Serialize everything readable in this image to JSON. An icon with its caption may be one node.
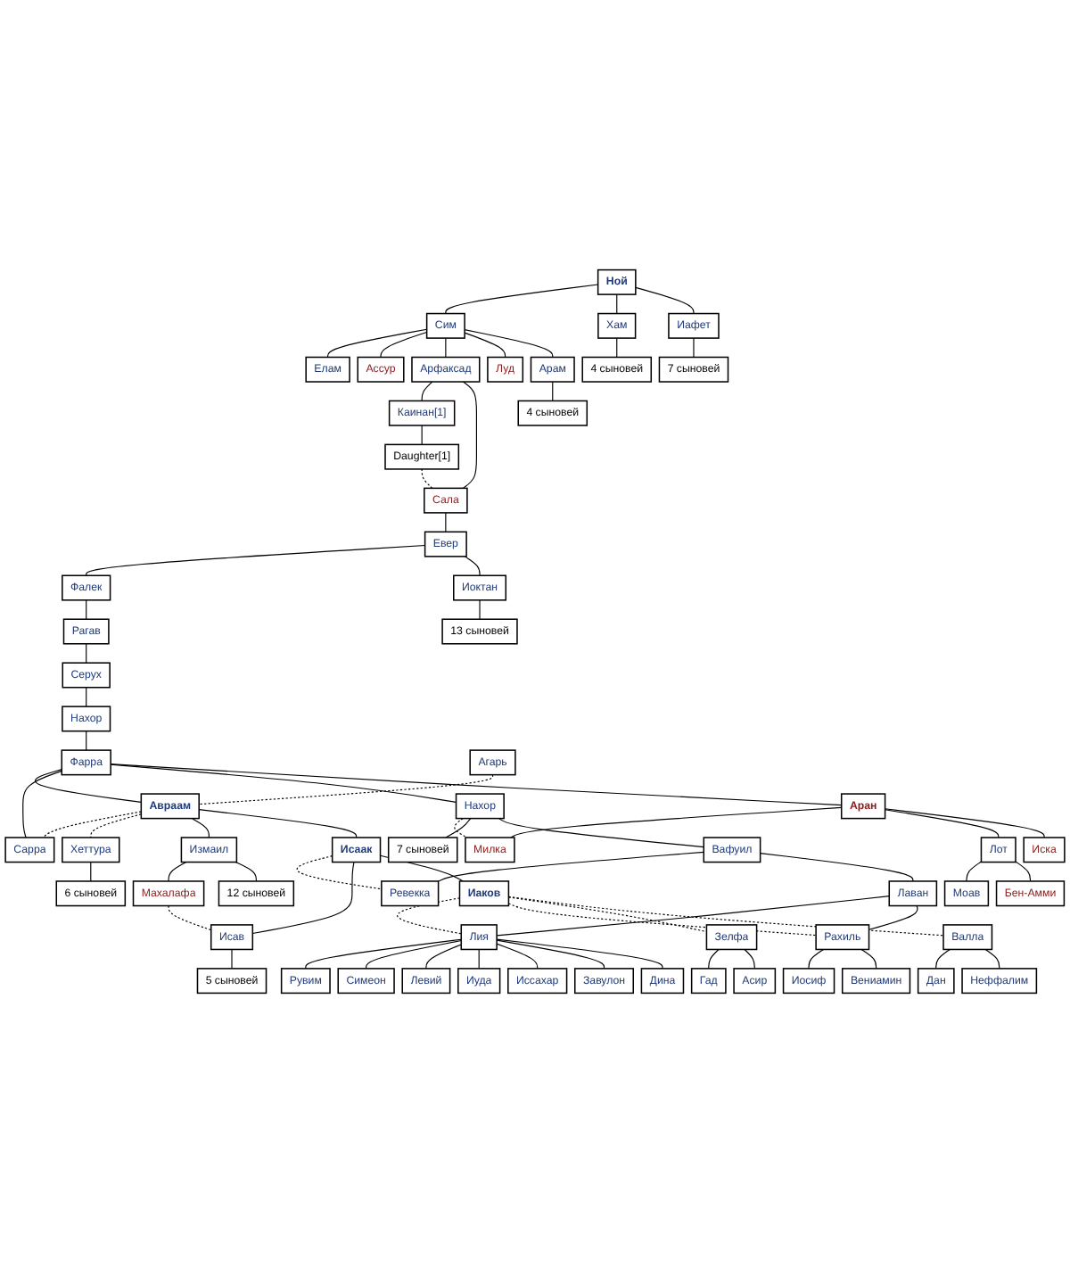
{
  "diagram": {
    "nodes": [
      {
        "text": [
          "Ной"
        ]
      },
      {
        "text": [
          "Сим"
        ]
      },
      {
        "text": [
          "Хам"
        ]
      },
      {
        "text": [
          "Иафет"
        ]
      },
      {
        "text": [
          "Елам"
        ]
      },
      {
        "text": [
          "Ассур"
        ]
      },
      {
        "text": [
          "Арфаксад"
        ]
      },
      {
        "text": [
          "Луд"
        ]
      },
      {
        "text": [
          "Арам"
        ]
      },
      {
        "text": [
          "4 сыновей"
        ]
      },
      {
        "text": [
          "7 сыновей"
        ]
      },
      {
        "text": [
          "Каинан[1]"
        ]
      },
      {
        "text": [
          "4 сыновей"
        ]
      },
      {
        "text": [
          "Daughter[1]"
        ]
      },
      {
        "text": [
          "Сала"
        ]
      },
      {
        "text": [
          "Евер"
        ]
      },
      {
        "text": [
          "Фалек"
        ]
      },
      {
        "text": [
          "Иоктан"
        ]
      },
      {
        "text": [
          "Рагав"
        ]
      },
      {
        "text": [
          "13 сыновей"
        ]
      },
      {
        "text": [
          "Серух"
        ]
      },
      {
        "text": [
          "Нахор"
        ]
      },
      {
        "text": [
          "Фарра"
        ]
      },
      {
        "text": [
          "Аран"
        ]
      },
      {
        "text": [
          "Агарь"
        ]
      },
      {
        "text": [
          "Авраам"
        ]
      },
      {
        "text": [
          "Сарра"
        ]
      },
      {
        "text": [
          "Хеттура"
        ]
      },
      {
        "text": [
          "Нахор"
        ]
      },
      {
        "text": [
          "Милка"
        ]
      },
      {
        "text": [
          "Лот"
        ]
      },
      {
        "text": [
          "Иска"
        ]
      },
      {
        "text": [
          "Измаил"
        ]
      },
      {
        "text": [
          "6 сыновей"
        ]
      },
      {
        "text": [
          "7 сыновей"
        ]
      },
      {
        "text": [
          "Вафуил"
        ]
      },
      {
        "text": [
          "Моав"
        ]
      },
      {
        "text": [
          "Бен-Амми"
        ]
      },
      {
        "text": [
          "Исаак"
        ]
      },
      {
        "text": [
          "Ревекка"
        ]
      },
      {
        "text": [
          "Лаван"
        ]
      },
      {
        "text": [
          "Махалафа"
        ]
      },
      {
        "text": [
          "Исав"
        ]
      },
      {
        "text": [
          "Иаков"
        ]
      },
      {
        "text": [
          "Лия"
        ]
      },
      {
        "text": [
          "Рахиль"
        ]
      },
      {
        "text": [
          "12 сыновей"
        ]
      },
      {
        "text": [
          "5 сыновей"
        ]
      },
      {
        "text": [
          "Валла"
        ]
      },
      {
        "text": [
          "Зелфа"
        ]
      },
      {
        "text": [
          "Симеон"
        ]
      },
      {
        "text": [
          "Иуда"
        ]
      },
      {
        "text": [
          "Завулон"
        ]
      },
      {
        "text": [
          "Гад"
        ]
      },
      {
        "text": [
          "Дан"
        ]
      },
      {
        "text": [
          "Иосиф"
        ]
      },
      {
        "text": [
          "Рувим"
        ]
      },
      {
        "text": [
          "Левий"
        ]
      },
      {
        "text": [
          "Иссахар"
        ]
      },
      {
        "text": [
          "Дина"
        ]
      },
      {
        "text": [
          "Асир"
        ]
      },
      {
        "text": [
          "Неффалим"
        ]
      },
      {
        "text": [
          "Вениамин"
        ]
      }
    ],
    "edges": [
      {
        "from": 0,
        "to": 1,
        "arrow": "none"
      },
      {
        "from": 0,
        "to": 2,
        "arrow": "none"
      },
      {
        "from": 0,
        "to": 3,
        "arrow": "none"
      },
      {
        "from": 1,
        "to": 4,
        "arrow": "none"
      },
      {
        "from": 1,
        "to": 5,
        "arrow": "none"
      },
      {
        "from": 1,
        "to": 6,
        "arrow": "none"
      },
      {
        "from": 1,
        "to": 7,
        "arrow": "none"
      },
      {
        "from": 1,
        "to": 8,
        "arrow": "none"
      },
      {
        "from": 2,
        "to": 9,
        "arrow": "none"
      },
      {
        "from": 3,
        "to": 10,
        "arrow": "none"
      },
      {
        "from": 8,
        "to": 12,
        "arrow": "none"
      },
      {
        "from": 6,
        "to": 11,
        "arrow": "none"
      },
      {
        "from": 6,
        "to": 14,
        "arrow": "none"
      },
      {
        "from": 11,
        "to": 13,
        "arrow": "none"
      },
      {
        "from": 13,
        "to": 14,
        "arrow": "none",
        "style": "dashed"
      },
      {
        "from": 14,
        "to": 15,
        "arrow": "none"
      },
      {
        "from": 15,
        "to": 16,
        "arrow": "none"
      },
      {
        "from": 15,
        "to": 17,
        "arrow": "none"
      },
      {
        "from": 17,
        "to": 19,
        "arrow": "none"
      },
      {
        "from": 16,
        "to": 18,
        "arrow": "none"
      },
      {
        "from": 18,
        "to": 20,
        "arrow": "none"
      },
      {
        "from": 20,
        "to": 21,
        "arrow": "none"
      },
      {
        "from": 21,
        "to": 22,
        "arrow": "none"
      },
      {
        "from": 22,
        "to": 25,
        "arrow": "none"
      },
      {
        "from": 22,
        "to": 26,
        "arrow": "none"
      },
      {
        "from": 22,
        "to": 28,
        "arrow": "none"
      },
      {
        "from": 22,
        "to": 23,
        "arrow": "none"
      },
      {
        "from": 23,
        "to": 29,
        "arrow": "none"
      },
      {
        "from": 23,
        "to": 30,
        "arrow": "none"
      },
      {
        "from": 23,
        "to": 31,
        "arrow": "none"
      },
      {
        "from": 24,
        "to": 25,
        "arrow": "none",
        "style": "dashed"
      },
      {
        "from": 25,
        "to": 26,
        "arrow": "none",
        "style": "dashed"
      },
      {
        "from": 25,
        "to": 27,
        "arrow": "none",
        "style": "dashed"
      },
      {
        "from": 25,
        "to": 32,
        "arrow": "none"
      },
      {
        "from": 25,
        "to": 38,
        "arrow": "none"
      },
      {
        "from": 27,
        "to": 33,
        "arrow": "none"
      },
      {
        "from": 28,
        "to": 29,
        "arrow": "none",
        "style": "dashed"
      },
      {
        "from": 28,
        "to": 34,
        "arrow": "none"
      },
      {
        "from": 28,
        "to": 35,
        "arrow": "none"
      },
      {
        "from": 30,
        "to": 36,
        "arrow": "none"
      },
      {
        "from": 30,
        "to": 37,
        "arrow": "none"
      },
      {
        "from": 35,
        "to": 39,
        "arrow": "none"
      },
      {
        "from": 35,
        "to": 40,
        "arrow": "none"
      },
      {
        "from": 32,
        "to": 41,
        "arrow": "none"
      },
      {
        "from": 32,
        "to": 46,
        "arrow": "none"
      },
      {
        "from": 38,
        "to": 39,
        "arrow": "none",
        "style": "dashed"
      },
      {
        "from": 38,
        "to": 42,
        "arrow": "none"
      },
      {
        "from": 38,
        "to": 43,
        "arrow": "none"
      },
      {
        "from": 41,
        "to": 42,
        "arrow": "none",
        "style": "dashed"
      },
      {
        "from": 42,
        "to": 47,
        "arrow": "none"
      },
      {
        "from": 40,
        "to": 44,
        "arrow": "none"
      },
      {
        "from": 40,
        "to": 45,
        "arrow": "none"
      },
      {
        "from": 43,
        "to": 44,
        "arrow": "none",
        "style": "dashed"
      },
      {
        "from": 43,
        "to": 45,
        "arrow": "none",
        "style": "dashed"
      },
      {
        "from": 43,
        "to": 49,
        "arrow": "none",
        "style": "dashed"
      },
      {
        "from": 43,
        "to": 48,
        "arrow": "none",
        "style": "dashed"
      },
      {
        "from": 44,
        "to": 56,
        "arrow": "none"
      },
      {
        "from": 44,
        "to": 50,
        "arrow": "none"
      },
      {
        "from": 44,
        "to": 57,
        "arrow": "none"
      },
      {
        "from": 44,
        "to": 51,
        "arrow": "none"
      },
      {
        "from": 44,
        "to": 58,
        "arrow": "none"
      },
      {
        "from": 44,
        "to": 52,
        "arrow": "none"
      },
      {
        "from": 44,
        "to": 59,
        "arrow": "none"
      },
      {
        "from": 49,
        "to": 53,
        "arrow": "none"
      },
      {
        "from": 49,
        "to": 60,
        "arrow": "none"
      },
      {
        "from": 48,
        "to": 54,
        "arrow": "none"
      },
      {
        "from": 48,
        "to": 61,
        "arrow": "none"
      },
      {
        "from": 45,
        "to": 55,
        "arrow": "none"
      },
      {
        "from": 45,
        "to": 62,
        "arrow": "none"
      }
    ]
  }
}
